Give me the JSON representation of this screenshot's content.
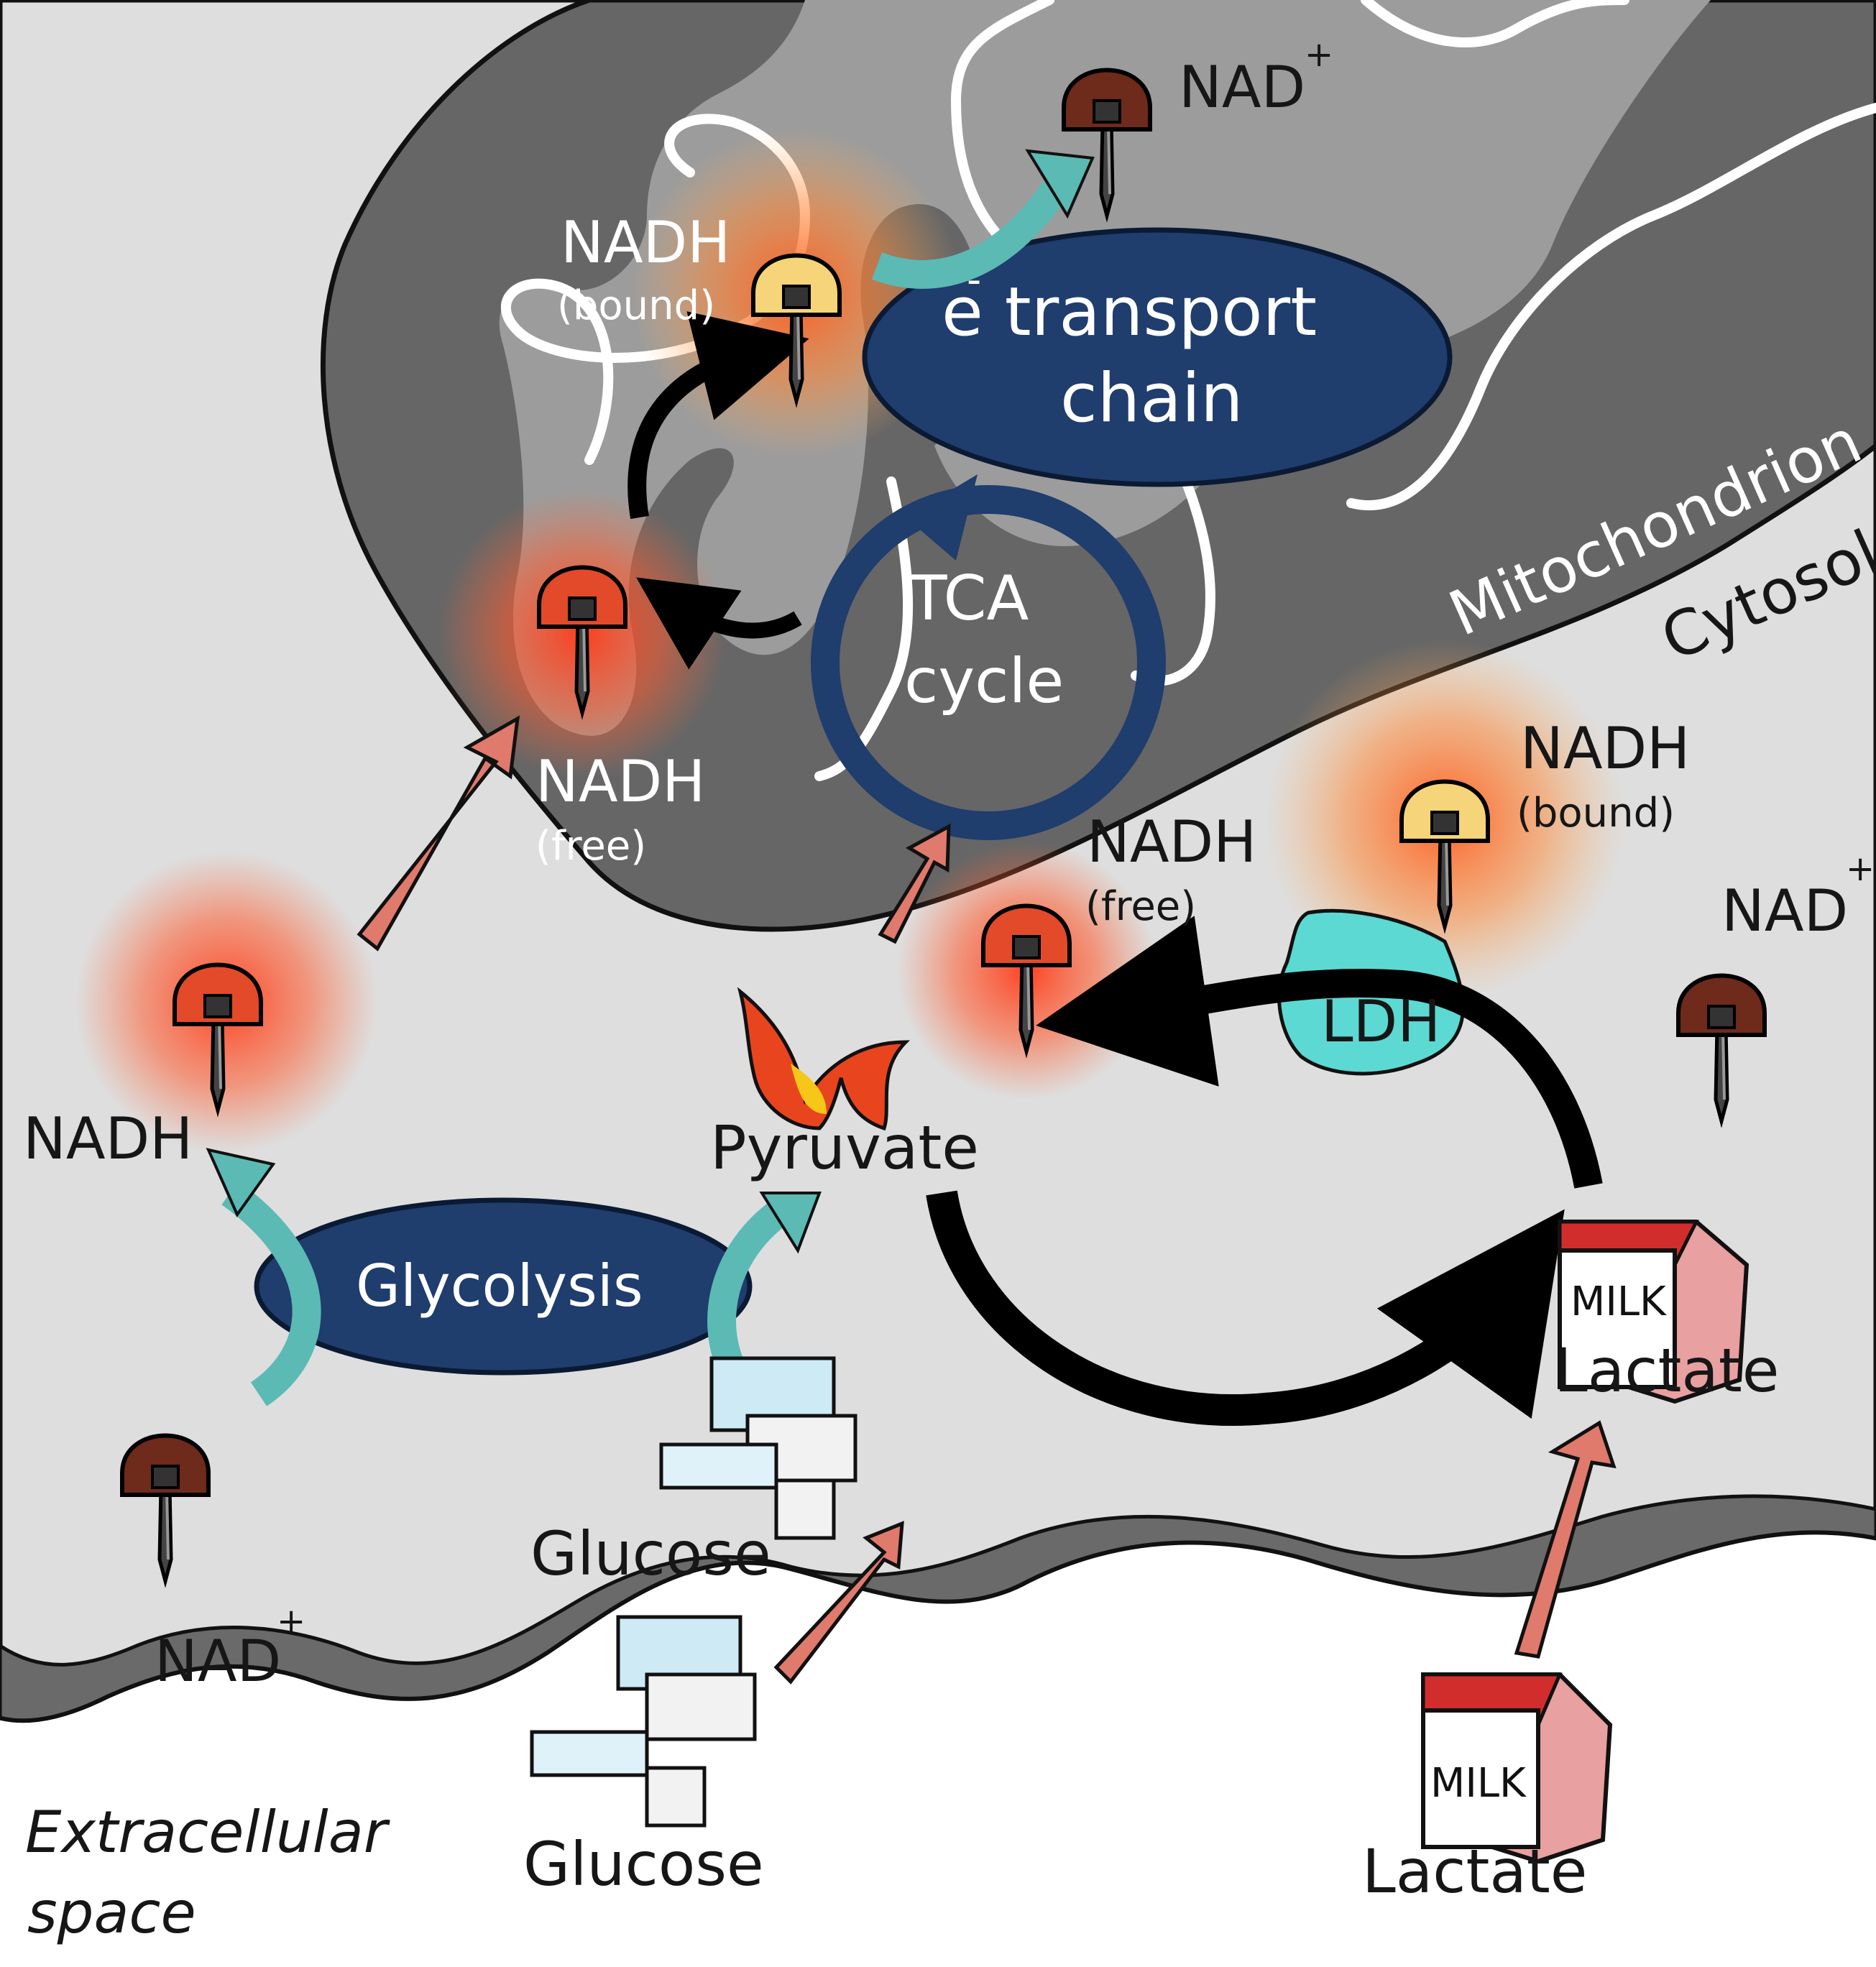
{
  "labels": {
    "nad_top": "NAD",
    "nadh_bound_mito": "NADH",
    "bound_mito": "(bound)",
    "etc_line1": "e transport",
    "etc_line2": "chain",
    "etc_superscript": "-",
    "mitochondrion": "Mitochondrion",
    "cytosol": "Cytosol",
    "tca_line1": "TCA",
    "tca_line2": "cycle",
    "nadh_free_mito": "NADH",
    "free_mito": "(free)",
    "nadh_bound_cyto": "NADH",
    "bound_cyto": "(bound)",
    "nadh_free_cyto": "NADH",
    "free_cyto": "(free)",
    "nad_right": "NAD",
    "ldh": "LDH",
    "nadh_left": "NADH",
    "pyruvate": "Pyruvate",
    "glycolysis": "Glycolysis",
    "lactate_inner": "Lactate",
    "milk_inner": "MILK",
    "glucose_inner": "Glucose",
    "nad_bottom_left": "NAD",
    "extracellular_line1": "Extracellular",
    "extracellular_line2": "space",
    "glucose_outer": "Glucose",
    "lactate_outer": "Lactate",
    "milk_outer": "MILK",
    "plus": "+"
  },
  "colors": {
    "cytosol": "#dedede",
    "mitochondrion_outer": "#666666",
    "mitochondrion_inner": "#9c9c9c",
    "process_oval": "#1f3d6d",
    "nadh_free": "#e24a2a",
    "nadh_bound": "#f6d47a",
    "nad_plus": "#6e2a1a",
    "ldh": "#5cd9d2",
    "transport_arrow": "#e07a6c",
    "cofactor_arrow": "#5bbab4"
  }
}
